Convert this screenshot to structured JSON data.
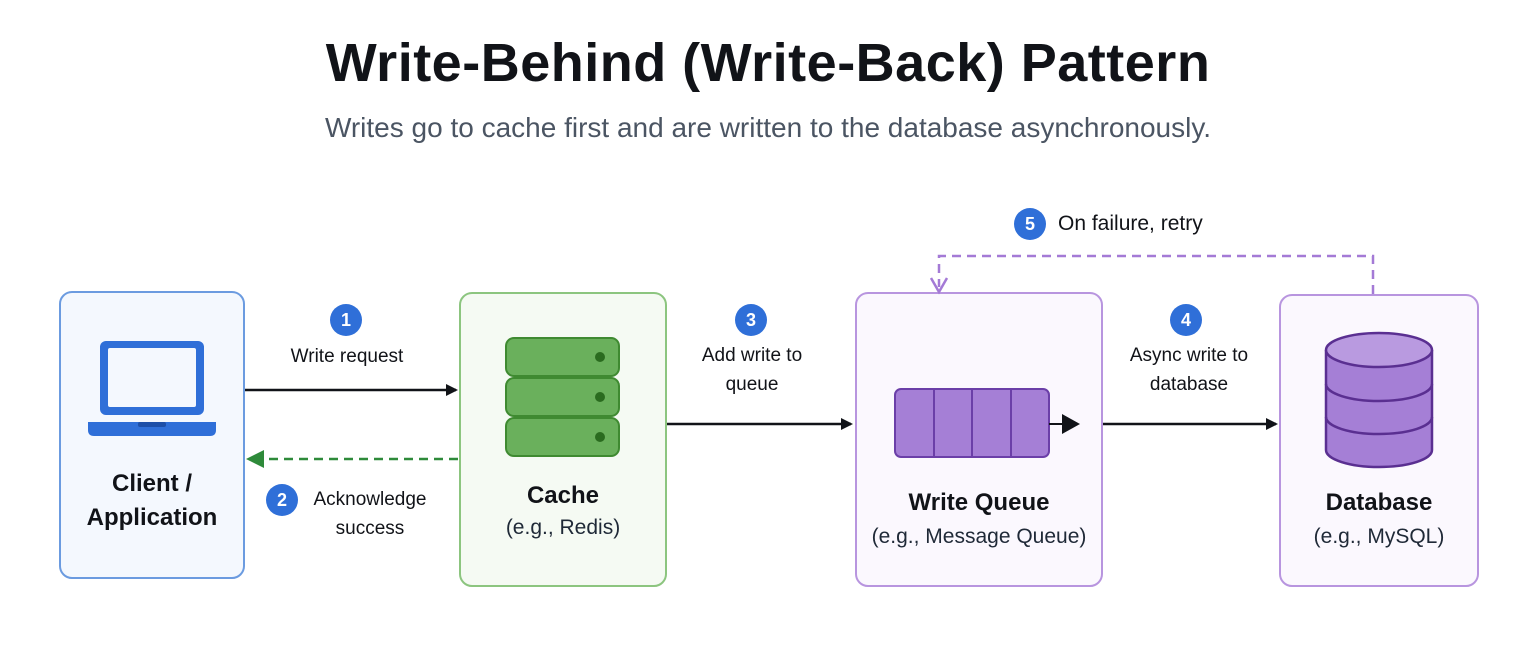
{
  "title": "Write-Behind (Write-Back) Pattern",
  "subtitle": "Writes go to cache first and are written to the database asynchronously.",
  "nodes": {
    "client": {
      "label": "Client / Application",
      "icon": "laptop-icon",
      "color": "#2f6fd8"
    },
    "cache": {
      "label": "Cache",
      "sublabel": "(e.g., Redis)",
      "icon": "server-stack-icon",
      "color": "#4d9a3e"
    },
    "queue": {
      "label": "Write Queue",
      "sublabel": "(e.g., Message Queue)",
      "icon": "queue-icon",
      "color": "#8c5cc6"
    },
    "database": {
      "label": "Database",
      "sublabel": "(e.g., MySQL)",
      "icon": "database-icon",
      "color": "#5a2f91"
    }
  },
  "steps": [
    {
      "number": "1",
      "text": "Write request"
    },
    {
      "number": "2",
      "text": "Acknowledge success"
    },
    {
      "number": "3",
      "text": "Add write to queue"
    },
    {
      "number": "4",
      "text": "Async write to database"
    },
    {
      "number": "5",
      "text": "On failure, retry"
    }
  ],
  "colors": {
    "badge": "#2f6fd8",
    "ack_arrow": "#2e8a3a",
    "retry_arrow": "#a47ad6",
    "flow_arrow": "#111318"
  }
}
